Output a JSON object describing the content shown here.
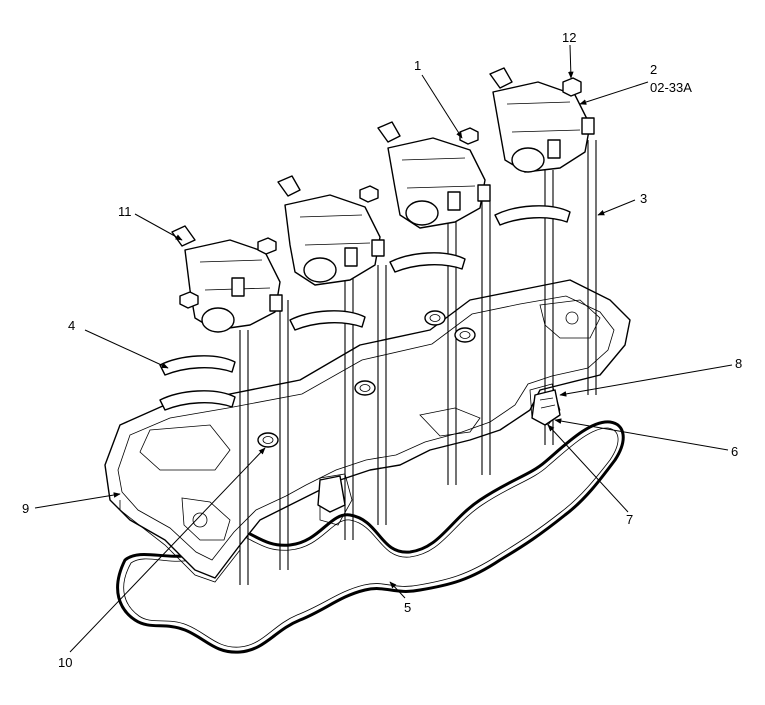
{
  "figure_ref": "02-33A",
  "callouts": [
    {
      "id": "c1",
      "label": "1"
    },
    {
      "id": "c2",
      "label": "2"
    },
    {
      "id": "c3",
      "label": "3"
    },
    {
      "id": "c4",
      "label": "4"
    },
    {
      "id": "c5",
      "label": "5"
    },
    {
      "id": "c6",
      "label": "6"
    },
    {
      "id": "c7",
      "label": "7"
    },
    {
      "id": "c8",
      "label": "8"
    },
    {
      "id": "c9",
      "label": "9"
    },
    {
      "id": "c10",
      "label": "10"
    },
    {
      "id": "c11",
      "label": "11"
    },
    {
      "id": "c12",
      "label": "12"
    }
  ]
}
